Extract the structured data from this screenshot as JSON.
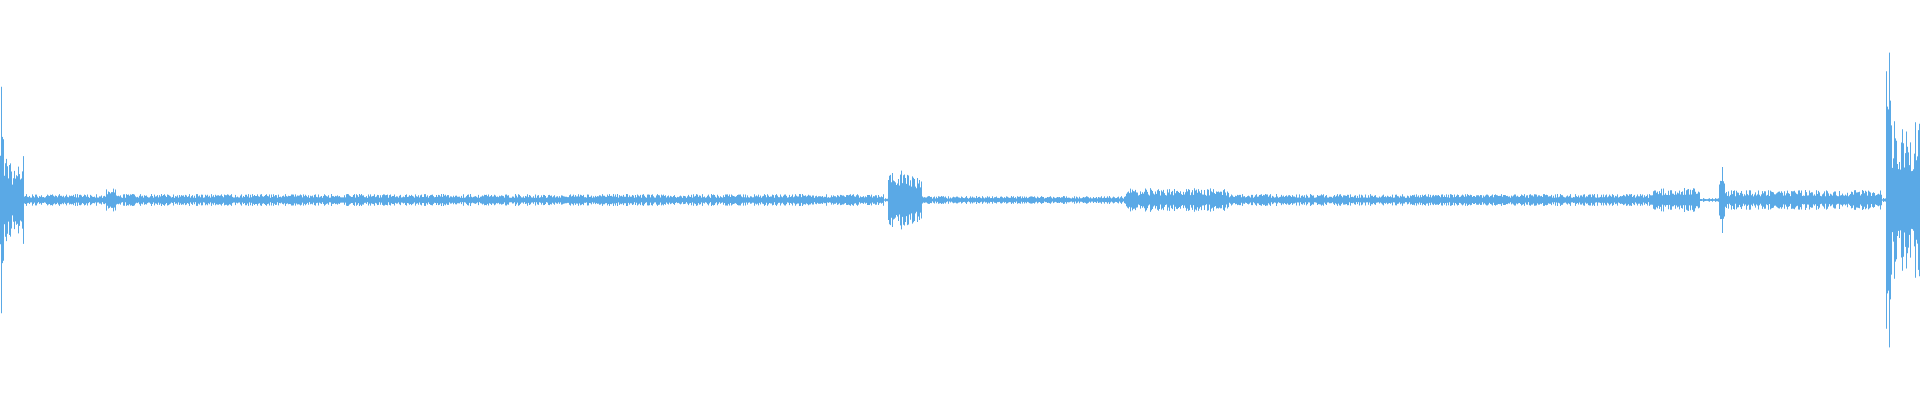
{
  "waveform": {
    "color": "#5aa9e6",
    "baseline_amplitude": 0.01,
    "segments": [
      {
        "start": 0.0,
        "end": 0.002,
        "amplitude": 0.62
      },
      {
        "start": 0.002,
        "end": 0.012,
        "amplitude": 0.22
      },
      {
        "start": 0.012,
        "end": 0.055,
        "amplitude": 0.03
      },
      {
        "start": 0.055,
        "end": 0.06,
        "amplitude": 0.06
      },
      {
        "start": 0.06,
        "end": 0.46,
        "amplitude": 0.03
      },
      {
        "start": 0.462,
        "end": 0.48,
        "amplitude": 0.15
      },
      {
        "start": 0.48,
        "end": 0.586,
        "amplitude": 0.02
      },
      {
        "start": 0.586,
        "end": 0.64,
        "amplitude": 0.06
      },
      {
        "start": 0.64,
        "end": 0.86,
        "amplitude": 0.03
      },
      {
        "start": 0.86,
        "end": 0.885,
        "amplitude": 0.06
      },
      {
        "start": 0.895,
        "end": 0.898,
        "amplitude": 0.18
      },
      {
        "start": 0.898,
        "end": 0.98,
        "amplitude": 0.05
      },
      {
        "start": 0.982,
        "end": 0.985,
        "amplitude": 0.98
      },
      {
        "start": 0.985,
        "end": 1.0,
        "amplitude": 0.4
      }
    ]
  }
}
